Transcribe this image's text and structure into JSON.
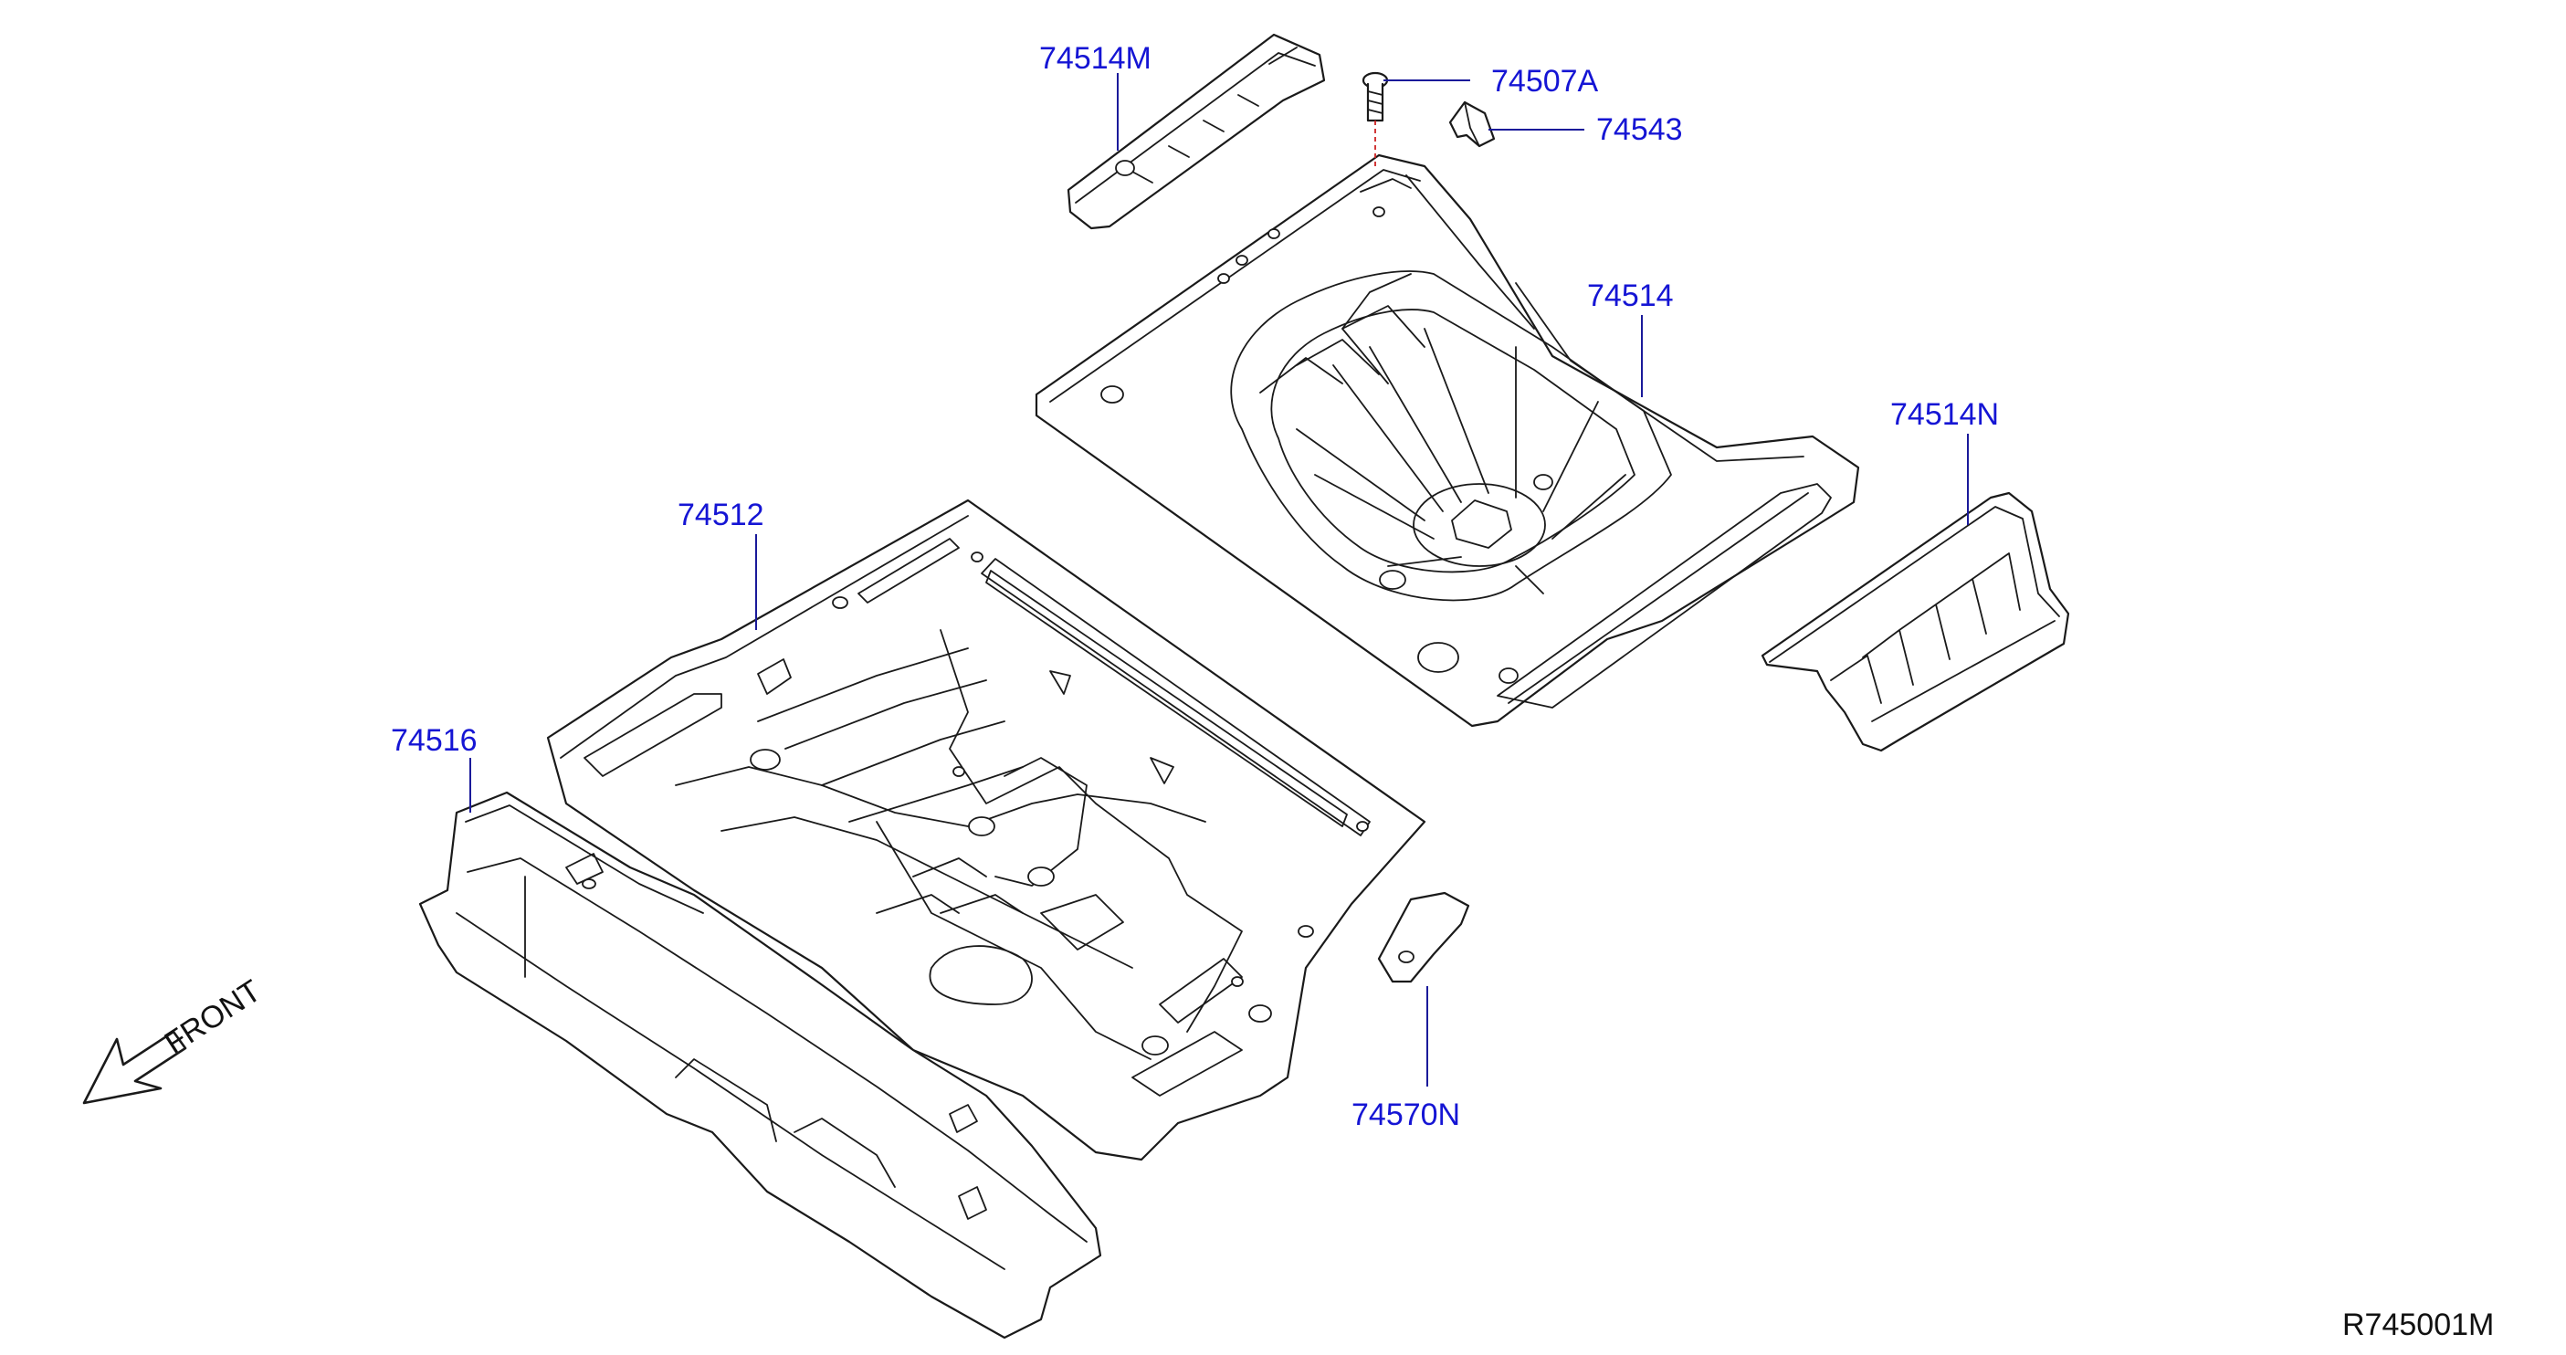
{
  "callouts": {
    "p74514M": "74514M",
    "p74507A": "74507A",
    "p74543": "74543",
    "p74514": "74514",
    "p74514N": "74514N",
    "p74512": "74512",
    "p74516": "74516",
    "p74570N": "74570N"
  },
  "front_label": "FRONT",
  "diagram_code": "R745001M",
  "colors": {
    "callout": "#1515d4",
    "outline": "#1a1a1a",
    "red_leader": "#cc2222"
  }
}
